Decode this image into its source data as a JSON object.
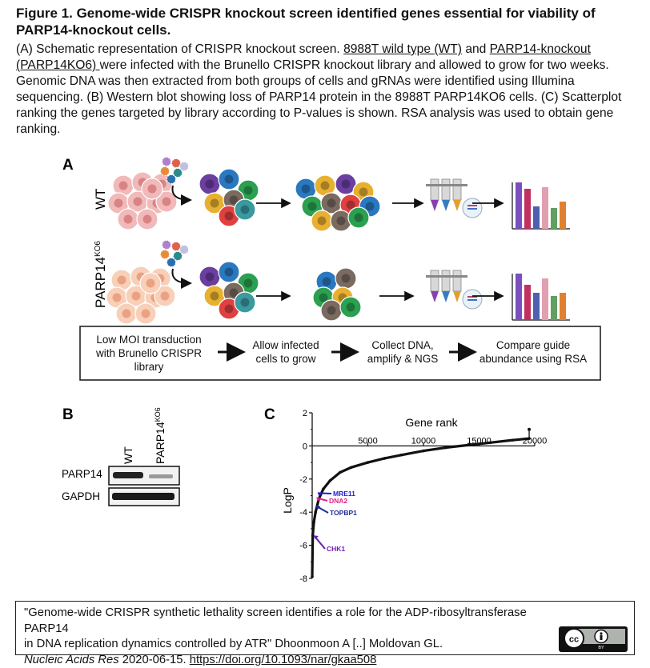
{
  "figure": {
    "title": "Figure 1. Genome-wide CRISPR knockout screen identified genes essential for viability of PARP14-knockout cells.",
    "caption_parts": {
      "a1": "(A) Schematic representation of CRISPR knockout screen. ",
      "link1": "8988T wild type (WT)",
      "a2": " and ",
      "link2": "PARP14-knockout (PARP14KO6) ",
      "a3": "were infected with the Brunello CRISPR knockout library and allowed to grow for two weeks. Genomic DNA was then extracted from both groups of cells and gRNAs were identified using Illumina sequencing. (B) Western blot showing loss of PARP14 protein in the 8988T PARP14KO6 cells. (C) Scatterplot ranking the genes targeted by library according to P-values is shown. RSA analysis was used to obtain gene ranking."
    }
  },
  "panel_a": {
    "label": "A",
    "row_wt": "WT",
    "row_ko": "PARP14",
    "row_ko_sup": "KO6",
    "flow_steps": [
      [
        "Low MOI transduction",
        "with Brunello CRISPR",
        "library"
      ],
      [
        "Allow infected",
        "cells to grow"
      ],
      [
        "Collect DNA,",
        "amplify & NGS"
      ],
      [
        "Compare guide",
        "abundance using RSA"
      ]
    ]
  },
  "panel_b": {
    "label": "B",
    "lanes": [
      "WT",
      "PARP14"
    ],
    "lane_sup": "KO6",
    "rows": [
      "PARP14",
      "GAPDH"
    ]
  },
  "panel_c": {
    "label": "C",
    "x_title": "Gene rank",
    "y_title": "LogP",
    "highlight_colors": {
      "MRE11": "#1f1fd0",
      "DNA2": "#e0208a",
      "TOPBP1": "#1f2a9a",
      "CHK1": "#6a1fb0"
    }
  },
  "chart_data": {
    "type": "scatter",
    "x": [
      1,
      50,
      150,
      300,
      600,
      1000,
      1600,
      2500,
      3500,
      5000,
      6500,
      8000,
      10000,
      12000,
      14000,
      16000,
      18000,
      19500
    ],
    "y": [
      -7.9,
      -5.4,
      -4.6,
      -4.0,
      -3.2,
      -2.6,
      -2.1,
      -1.6,
      -1.3,
      -1.0,
      -0.75,
      -0.55,
      -0.3,
      -0.1,
      0.05,
      0.2,
      0.35,
      0.45
    ],
    "xlabel": "Gene rank",
    "ylabel": "LogP",
    "xlim": [
      0,
      20000
    ],
    "ylim": [
      -8,
      2
    ],
    "x_ticks": [
      5000,
      10000,
      15000,
      20000
    ],
    "x_tick_labels": [
      "5000",
      "10000",
      "15000",
      "20000"
    ],
    "y_ticks": [
      2,
      0,
      -2,
      -4,
      -6,
      -8
    ],
    "y_tick_labels": [
      "2",
      "0",
      "-2",
      "-4",
      "-6",
      "-8"
    ],
    "annotations": [
      {
        "text": "MRE11",
        "x": 400,
        "y": -2.8,
        "color": "#1f1fd0"
      },
      {
        "text": "DNA2",
        "x": 300,
        "y": -3.1,
        "color": "#e0208a"
      },
      {
        "text": "TOPBP1",
        "x": 250,
        "y": -3.6,
        "color": "#1f2a9a"
      },
      {
        "text": "CHK1",
        "x": 60,
        "y": -5.4,
        "color": "#6a1fb0"
      }
    ]
  },
  "citation": {
    "line1": "\"Genome-wide CRISPR synthetic lethality screen identifies a role for the ADP-ribosyltransferase PARP14",
    "line2": "in DNA replication dynamics controlled by ATR\" Dhoonmoon A [..] Moldovan GL.",
    "journal": "Nucleic Acids Res",
    "date": " 2020-06-15. ",
    "doi": "https://doi.org/10.1093/nar/gkaa508",
    "license_label": "BY"
  }
}
